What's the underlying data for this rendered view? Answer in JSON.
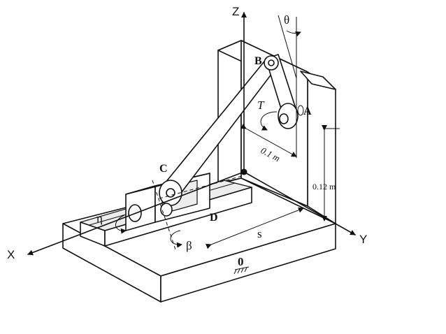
{
  "labels": {
    "axis_z": "Z",
    "axis_x": "X",
    "axis_y": "Y",
    "theta": "θ",
    "point_b": "B",
    "point_a": "A",
    "torque": "T",
    "dim_01": "0.1 m",
    "dim_012": "0.12 m",
    "point_c": "C",
    "point_d": "D",
    "eta": "η",
    "beta": "β",
    "dim_s": "s",
    "origin": "0"
  }
}
